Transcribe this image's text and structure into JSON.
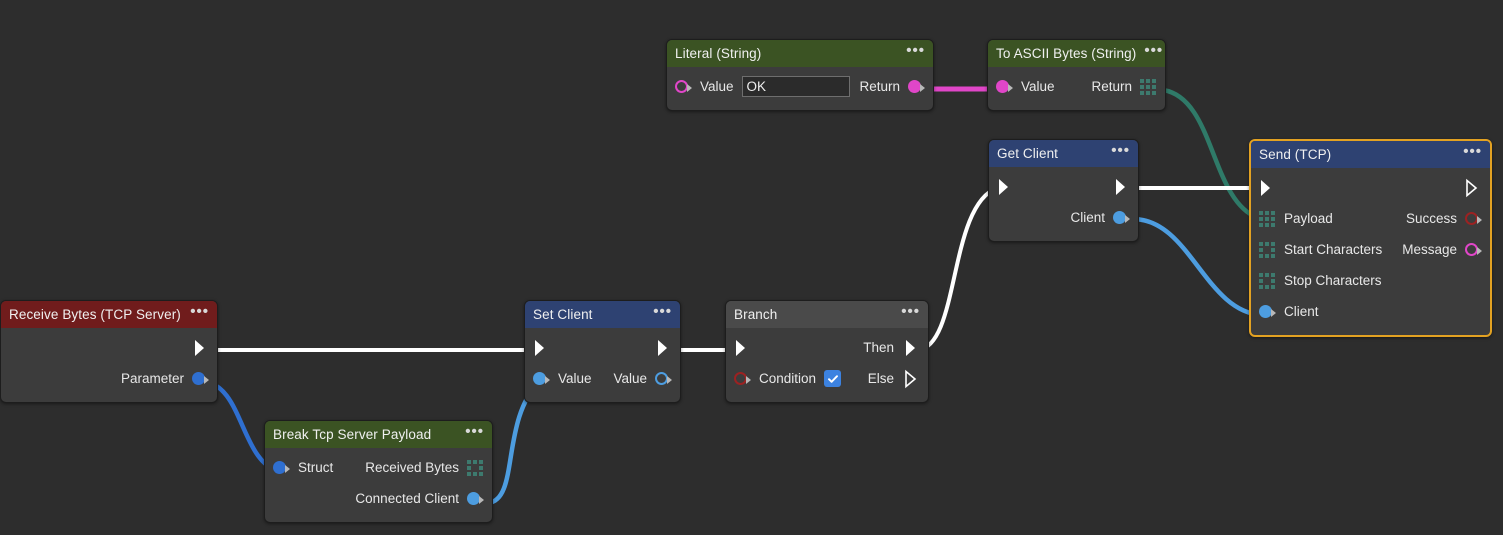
{
  "canvas": {
    "background": "#2d2d2d"
  },
  "palette": {
    "title_green": "#3b5323",
    "title_blue": "#2e4272",
    "title_red": "#701c1c",
    "title_gray": "#4a4a4a",
    "node_body": "#3c3c3c",
    "selected_border": "#e3a222",
    "exec_wire": "#ffffff",
    "data_wire_blue": "#4d9de0",
    "data_wire_blue_dark": "#2f6fd0",
    "data_wire_magenta": "#e046c8",
    "data_wire_teal": "#2f7a68",
    "port_blue": "#4d9de0",
    "port_magenta": "#e046c8",
    "port_red": "#9b2222",
    "port_array_teal": "#3d7a6e",
    "checkbox_blue": "#3c82e0"
  },
  "nodes": [
    {
      "id": "literal",
      "title": "Literal (String)",
      "title_color": "green",
      "menu": "•••",
      "selected": false,
      "rows": [
        {
          "left_port": "magenta-hollow",
          "left_label": "Value",
          "value": "OK",
          "right_label": "Return",
          "right_port": "magenta-fill"
        }
      ]
    },
    {
      "id": "ascii",
      "title": "To ASCII Bytes (String)",
      "title_color": "green",
      "menu": "•••",
      "selected": false,
      "rows": [
        {
          "left_port": "magenta-fill",
          "left_label": "Value",
          "right_label": "Return",
          "right_port": "array-full"
        }
      ]
    },
    {
      "id": "getclient",
      "title": "Get Client",
      "title_color": "blue",
      "menu": "•••",
      "selected": false,
      "rows": [
        {
          "exec_in": "filled",
          "exec_out": "filled"
        },
        {
          "right_label": "Client",
          "right_port": "blue-fill"
        }
      ]
    },
    {
      "id": "send",
      "title": "Send (TCP)",
      "title_color": "blue",
      "menu": "•••",
      "selected": true,
      "rows": [
        {
          "exec_in": "filled",
          "exec_out": "hollow"
        },
        {
          "left_port": "array-full",
          "left_label": "Payload",
          "right_label": "Success",
          "right_port": "red-hollow"
        },
        {
          "left_port": "array-hollow",
          "left_label": "Start Characters",
          "right_label": "Message",
          "right_port": "magenta-hollow"
        },
        {
          "left_port": "array-hollow",
          "left_label": "Stop Characters"
        },
        {
          "left_port": "blue-fill",
          "left_label": "Client"
        }
      ]
    },
    {
      "id": "receive",
      "title": "Receive Bytes (TCP Server)",
      "title_color": "red",
      "menu": "•••",
      "selected": false,
      "rows": [
        {
          "exec_out": "filled"
        },
        {
          "right_label": "Parameter",
          "right_port": "blue-dark"
        }
      ]
    },
    {
      "id": "setclient",
      "title": "Set Client",
      "title_color": "blue",
      "menu": "•••",
      "selected": false,
      "rows": [
        {
          "exec_in": "filled",
          "exec_out": "filled"
        },
        {
          "left_port": "blue-fill",
          "left_label": "Value",
          "right_label": "Value",
          "right_port": "blue-hollow"
        }
      ]
    },
    {
      "id": "branch",
      "title": "Branch",
      "title_color": "gray",
      "menu": "•••",
      "selected": false,
      "rows": [
        {
          "exec_in": "filled",
          "right_label": "Then",
          "exec_out": "filled"
        },
        {
          "left_port": "red-hollow",
          "left_label": "Condition",
          "checkbox": true,
          "right_label": "Else",
          "exec_out": "hollow"
        }
      ]
    },
    {
      "id": "break",
      "title": "Break Tcp Server Payload",
      "title_color": "green",
      "menu": "•••",
      "selected": false,
      "rows": [
        {
          "left_port": "blue-dark",
          "left_label": "Struct",
          "right_label": "Received Bytes",
          "right_port": "array-hollow"
        },
        {
          "right_label": "Connected Client",
          "right_port": "blue-fill"
        }
      ]
    }
  ],
  "connections": [
    {
      "from": "literal.Return",
      "to": "ascii.Value",
      "color": "#e046c8",
      "kind": "data"
    },
    {
      "from": "ascii.Return",
      "to": "send.Payload",
      "color": "#2f7a68",
      "kind": "data"
    },
    {
      "from": "getclient.Client",
      "to": "send.Client",
      "color": "#4d9de0",
      "kind": "data"
    },
    {
      "from": "getclient.exec_out",
      "to": "send.exec_in",
      "color": "#ffffff",
      "kind": "exec"
    },
    {
      "from": "branch.Then",
      "to": "getclient.exec_in",
      "color": "#ffffff",
      "kind": "exec"
    },
    {
      "from": "receive.exec_out",
      "to": "setclient.exec_in",
      "color": "#ffffff",
      "kind": "exec"
    },
    {
      "from": "setclient.exec_out",
      "to": "branch.exec_in",
      "color": "#ffffff",
      "kind": "exec"
    },
    {
      "from": "receive.Parameter",
      "to": "break.Struct",
      "color": "#2f6fd0",
      "kind": "data"
    },
    {
      "from": "break.ConnectedClient",
      "to": "setclient.Value",
      "color": "#4d9de0",
      "kind": "data"
    }
  ]
}
